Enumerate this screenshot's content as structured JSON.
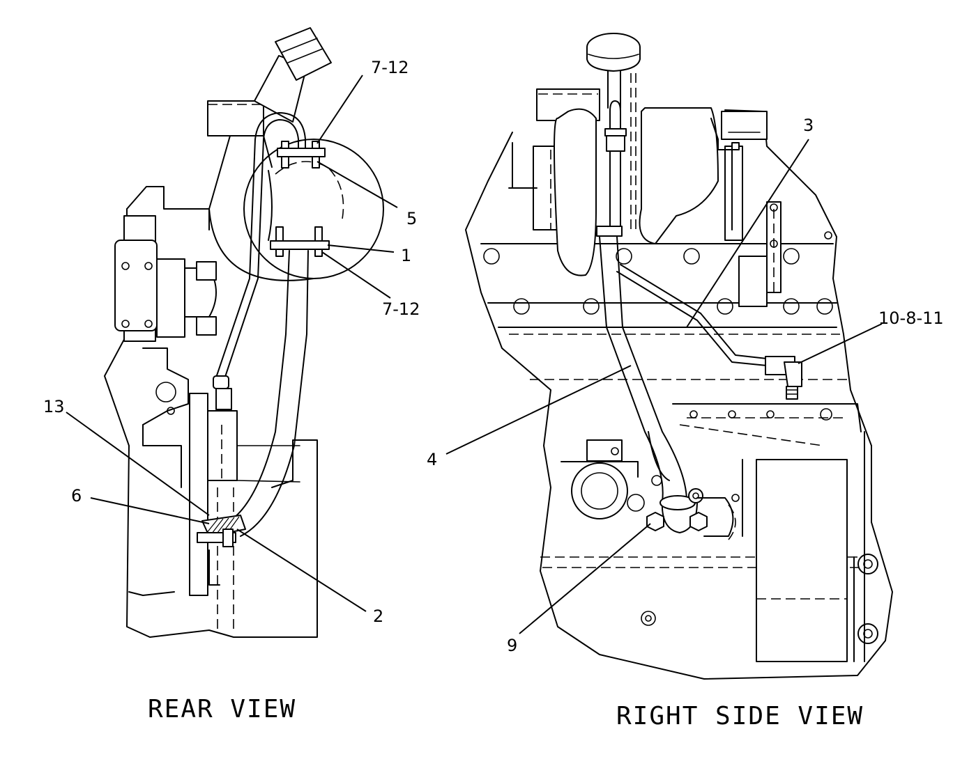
{
  "views": {
    "rear": {
      "caption": "REAR VIEW",
      "callouts": {
        "c712_top": "7-12",
        "c5": "5",
        "c1": "1",
        "c712_bottom": "7-12",
        "c13": "13",
        "c6": "6",
        "c2": "2"
      }
    },
    "right_side": {
      "caption": "RIGHT SIDE VIEW",
      "callouts": {
        "c3": "3",
        "c10811": "10-8-11",
        "c4": "4",
        "c9": "9"
      }
    }
  }
}
